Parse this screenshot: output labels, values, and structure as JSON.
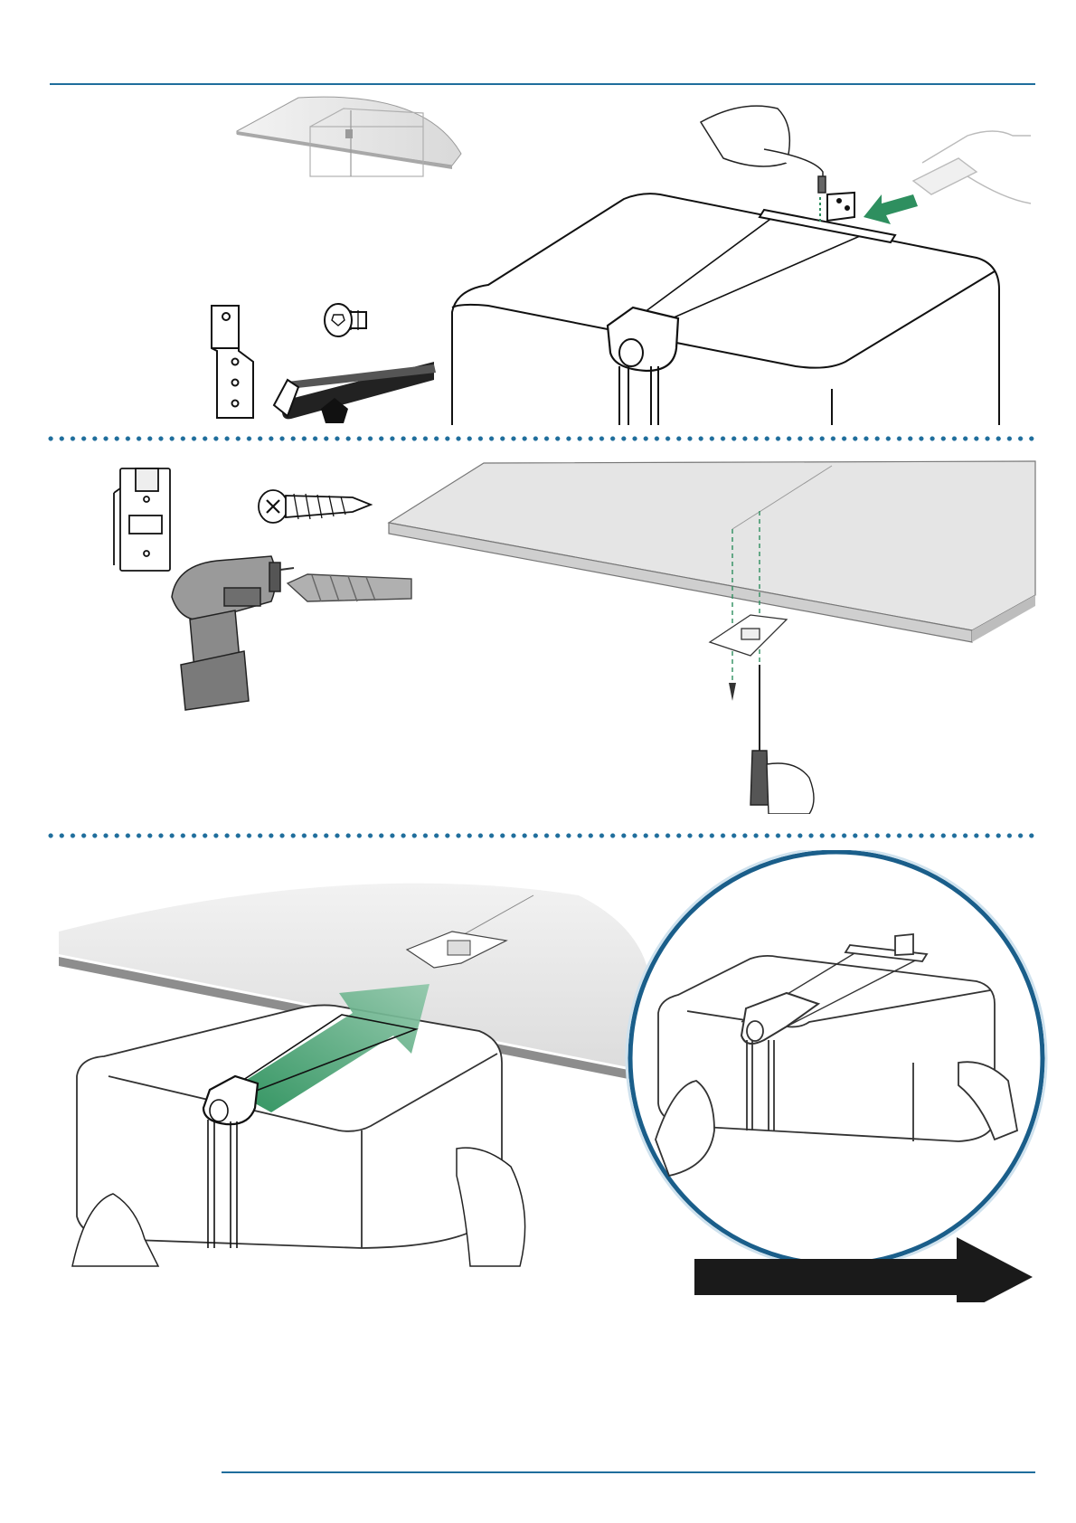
{
  "page": {
    "background": "#ffffff",
    "rule_color": "#1f6e9c",
    "accent_green": "#2e8f5f",
    "arrow_black": "#1a1a1a"
  },
  "steps": [
    {
      "id": "step-1",
      "parts": [
        "bracket-icon",
        "button-head-screw-icon",
        "hex-key-icon",
        "pentagon-head-icon"
      ]
    },
    {
      "id": "step-2",
      "parts": [
        "mounting-plate-icon",
        "wood-screw-icon",
        "cordless-drill-icon",
        "drill-bit-icon"
      ]
    },
    {
      "id": "step-3",
      "parts": [
        "detail-magnifier-icon",
        "direction-arrow-icon"
      ]
    }
  ]
}
